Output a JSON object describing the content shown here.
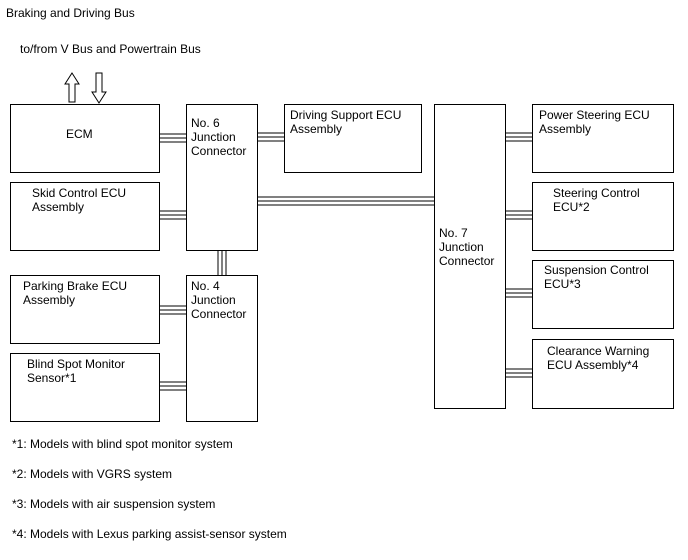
{
  "title": "Braking and Driving Bus",
  "subtitle": "to/from V Bus and Powertrain Bus",
  "boxes": {
    "ecm": "ECM",
    "skid": "Skid Control ECU Assembly",
    "parking": "Parking Brake ECU Assembly",
    "blind": "Blind Spot Monitor Sensor*1",
    "jc6": "No. 6 Junction Connector",
    "jc4": "No. 4 Junction Connector",
    "driving_support": "Driving Support ECU Assembly",
    "jc7": "No. 7 Junction Connector",
    "power_steering": "Power Steering ECU Assembly",
    "steering_control": "Steering Control ECU*2",
    "suspension": "Suspension Control ECU*3",
    "clearance": "Clearance Warning ECU Assembly*4"
  },
  "notes": [
    "*1: Models with blind spot monitor system",
    "*2: Models with VGRS system",
    "*3: Models with air suspension system",
    "*4: Models with Lexus parking assist-sensor system"
  ]
}
